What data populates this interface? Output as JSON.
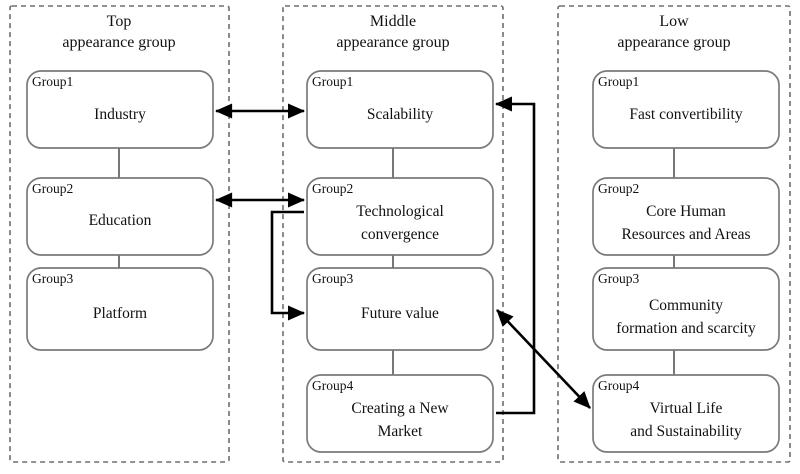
{
  "figure": {
    "type": "block-diagram",
    "title": "",
    "background": "#ffffff",
    "box_border_color": "#7a7a7a",
    "panel_border_color": "#6e6e6e",
    "arrow_color": "#000000"
  },
  "panels": [
    {
      "id": "top",
      "title_line1": "Top",
      "title_line2": "appearance group",
      "nodes": [
        {
          "group": "Group1",
          "label_line1": "Industry",
          "label_line2": ""
        },
        {
          "group": "Group2",
          "label_line1": "Education",
          "label_line2": ""
        },
        {
          "group": "Group3",
          "label_line1": "Platform",
          "label_line2": ""
        }
      ]
    },
    {
      "id": "middle",
      "title_line1": "Middle",
      "title_line2": "appearance group",
      "nodes": [
        {
          "group": "Group1",
          "label_line1": "Scalability",
          "label_line2": ""
        },
        {
          "group": "Group2",
          "label_line1": "Technological",
          "label_line2": "convergence"
        },
        {
          "group": "Group3",
          "label_line1": "Future value",
          "label_line2": ""
        },
        {
          "group": "Group4",
          "label_line1": "Creating a New",
          "label_line2": "Market"
        }
      ]
    },
    {
      "id": "low",
      "title_line1": "Low",
      "title_line2": "appearance group",
      "nodes": [
        {
          "group": "Group1",
          "label_line1": "Fast convertibility",
          "label_line2": ""
        },
        {
          "group": "Group2",
          "label_line1": "Core Human",
          "label_line2": "Resources and Areas"
        },
        {
          "group": "Group3",
          "label_line1": "Community",
          "label_line2": "formation and scarcity"
        },
        {
          "group": "Group4",
          "label_line1": "Virtual Life",
          "label_line2": "and Sustainability"
        }
      ]
    }
  ],
  "connections": [
    {
      "id": "industry-scalability",
      "from": "Industry",
      "to": "Scalability",
      "style": "double-arrow"
    },
    {
      "id": "education-technological-convergence",
      "from": "Education",
      "to": "Technological convergence",
      "style": "double-arrow"
    },
    {
      "id": "education-future-value",
      "from": "Education",
      "to": "Future value",
      "style": "arrow"
    },
    {
      "id": "creating-new-market-scalability",
      "from": "Creating a New Market",
      "to": "Scalability",
      "style": "arrow"
    },
    {
      "id": "future-value-virtual-life",
      "from": "Future value",
      "to": "Virtual Life and Sustainability",
      "style": "double-arrow"
    }
  ]
}
